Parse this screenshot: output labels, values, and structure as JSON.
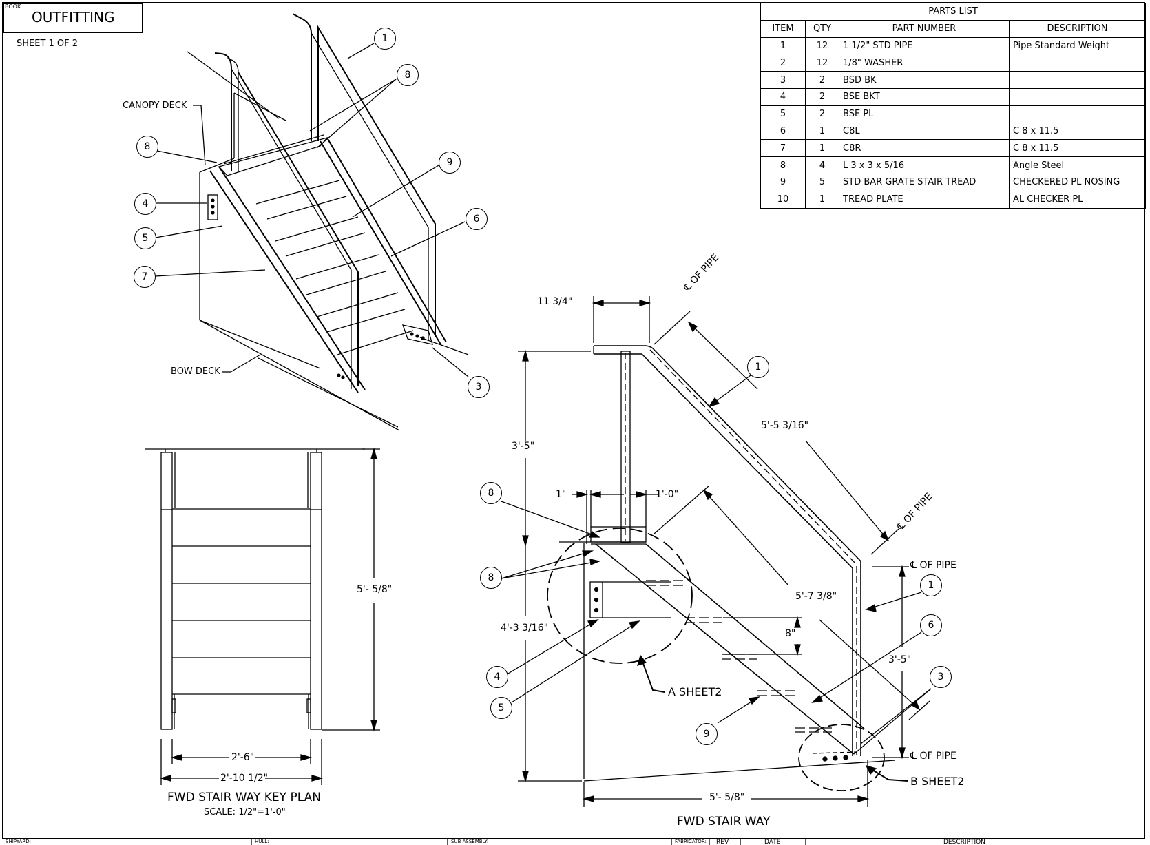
{
  "title_block": {
    "book_label": "BOOK",
    "book_title": "OUTFITTING",
    "sheet": "SHEET 1  OF 2"
  },
  "parts_list": {
    "title": "PARTS LIST",
    "headers": [
      "ITEM",
      "QTY",
      "PART NUMBER",
      "DESCRIPTION"
    ],
    "rows": [
      [
        "1",
        "12",
        "1 1/2\"  STD PIPE",
        "Pipe Standard Weight"
      ],
      [
        "2",
        "12",
        "1/8\" WASHER",
        ""
      ],
      [
        "3",
        "2",
        "BSD BK",
        ""
      ],
      [
        "4",
        "2",
        "BSE BKT",
        ""
      ],
      [
        "5",
        "2",
        "BSE PL",
        ""
      ],
      [
        "6",
        "1",
        "C8L",
        "C 8 x 11.5"
      ],
      [
        "7",
        "1",
        "C8R",
        "C 8 x 11.5"
      ],
      [
        "8",
        "4",
        "L 3 x 3 x 5/16",
        "Angle Steel"
      ],
      [
        "9",
        "5",
        "STD BAR GRATE STAIR TREAD",
        "CHECKERED PL NOSING"
      ],
      [
        "10",
        "1",
        "TREAD PLATE",
        "AL CHECKER PL"
      ]
    ]
  },
  "iso_view": {
    "canopy_deck": "CANOPY DECK",
    "bow_deck": "BOW DECK",
    "callouts": [
      "1",
      "8",
      "8",
      "9",
      "4",
      "5",
      "6",
      "7",
      "3"
    ]
  },
  "key_plan": {
    "dim_height": "5'- 5/8\"",
    "dim_inner": "2'-6\"",
    "dim_outer": "2'-10 1/2\"",
    "caption": "FWD STAIR WAY KEY PLAN",
    "scale": "SCALE: 1/2\"=1'-0\""
  },
  "side_view": {
    "dim_top": "11 3/4\"",
    "cl_pipe_1": "℄ OF PIPE",
    "cl_pipe_2": "℄ OF PIPE",
    "cl_pipe_3": "℄ OF PIPE",
    "cl_pipe_4": "℄ OF PIPE",
    "dim_rail": "5'-5 3/16\"",
    "dim_left_upper": "3'-5\"",
    "dim_left_lower": "4'-3 3/16\"",
    "dim_1in": "1\"",
    "dim_1ft": "1'-0\"",
    "dim_diag": "5'-7 3/8\"",
    "dim_8in": "8\"",
    "dim_right": "3'-5\"",
    "dim_bottom": "5'- 5/8\"",
    "detail_a": "A SHEET2",
    "detail_b": "B SHEET2",
    "caption": "FWD STAIR WAY",
    "callouts": [
      "1",
      "1",
      "8",
      "8",
      "6",
      "3",
      "4",
      "5",
      "9"
    ]
  },
  "bottom_strip": {
    "shipyard": "SHIPYARD:",
    "hull": "HULL:",
    "sub_assembly": "SUB ASSEMBLY:",
    "fabricator": "FABRICATOR:",
    "rev": "REV",
    "date": "DATE",
    "description": "DESCRIPTION"
  }
}
